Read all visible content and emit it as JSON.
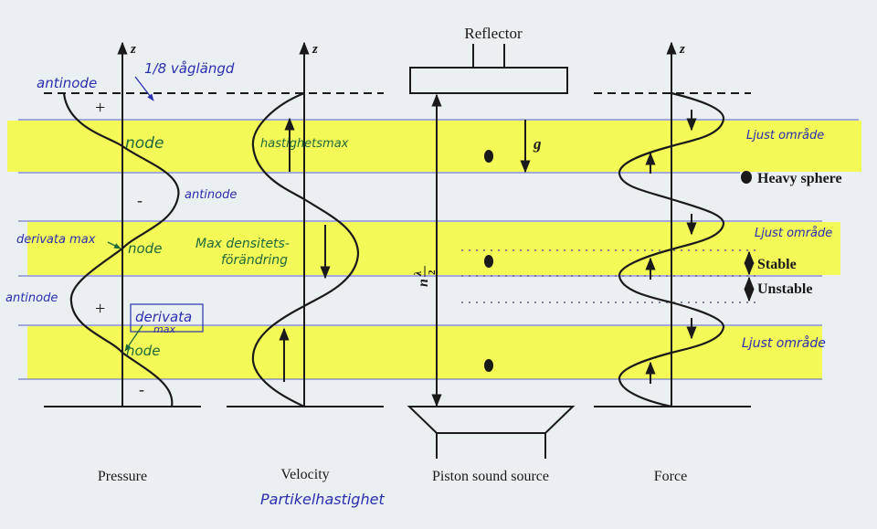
{
  "colors": {
    "paper": "#eaeff1",
    "ink": "#1a1a1a",
    "highlight": "#f5fa3c",
    "pen_blue": "#2a2fb0",
    "pen_green": "#1f6a3a",
    "rule": "#5a62c8"
  },
  "axis_label": "z",
  "panels": {
    "pressure": {
      "title": "Pressure",
      "signs": [
        "+",
        "-",
        "+",
        "-"
      ],
      "annotations": {
        "antinode_top": "antinode",
        "eighth_wavelength": "1/8 våglängd",
        "node_1": "node",
        "antinode_mid": "antinode",
        "derivative_max_1": "derivata max",
        "node_2": "node",
        "antinode_low": "antinode",
        "derivative_max_2_line1": "derivata",
        "derivative_max_2_line2": "max",
        "node_3": "node"
      }
    },
    "velocity": {
      "title": "Velocity",
      "subtitle_handwritten": "Partikelhastighet",
      "annotations": {
        "velocity_max": "hastighetsmax",
        "density_change_line1": "Max densitets-",
        "density_change_line2": "förändring"
      }
    },
    "piston": {
      "title": "Piston sound source",
      "reflector_label": "Reflector",
      "gravity_label": "g",
      "spacing_label": "n λ/2",
      "spacing_n": "n",
      "spacing_lambda": "λ",
      "spacing_denominator": "2"
    },
    "force": {
      "title": "Force",
      "heavy_sphere_label": "Heavy sphere",
      "stable_label": "Stable",
      "unstable_label": "Unstable",
      "bright_region_labels": [
        "Ljust område",
        "Ljust område",
        "Ljust område"
      ]
    }
  }
}
